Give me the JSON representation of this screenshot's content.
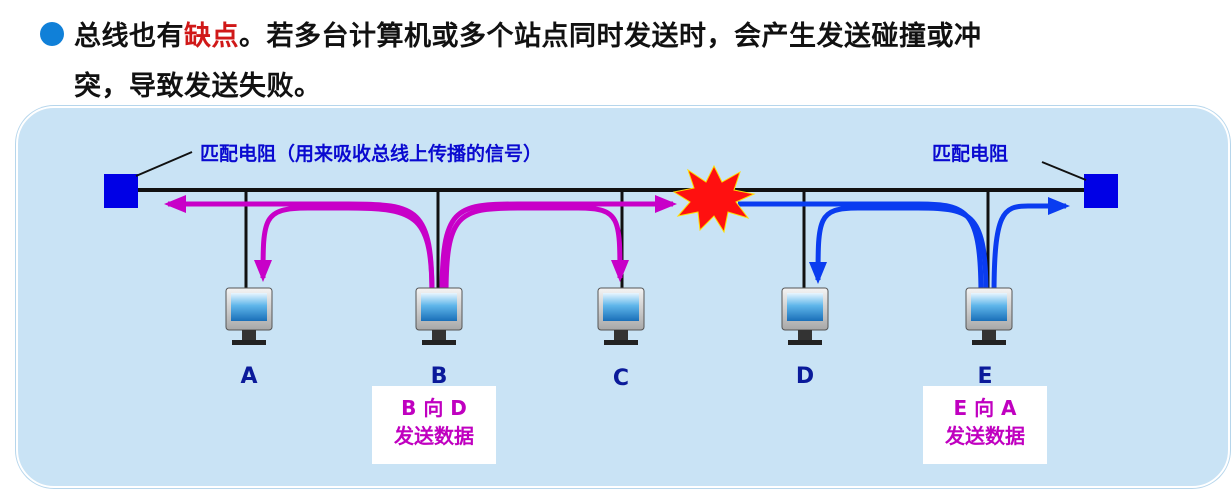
{
  "heading": {
    "line1_pre": "总线也有",
    "line1_highlight": "缺点",
    "line1_post": "。若多台计算机或多个站点同时发送时，会产生发送碰撞或冲",
    "line2": "突，导致发送失败。"
  },
  "diagram": {
    "terminator_left_label": "匹配电阻（用来吸收总线上传播的信号）",
    "terminator_right_label": "匹配电阻",
    "computers": [
      {
        "label": "A"
      },
      {
        "label": "B"
      },
      {
        "label": "C"
      },
      {
        "label": "D"
      },
      {
        "label": "E"
      }
    ],
    "b_note": {
      "line1": "B 向 D",
      "line2": "发送数据"
    },
    "e_note": {
      "line1": "E 向 A",
      "line2": "发送数据"
    }
  },
  "colors": {
    "magenta_signal": "#c800c8",
    "blue_signal": "#0a3cf0",
    "terminator": "#0000e6",
    "collision": "#ff1010",
    "label_blue": "#0a0ad0"
  }
}
